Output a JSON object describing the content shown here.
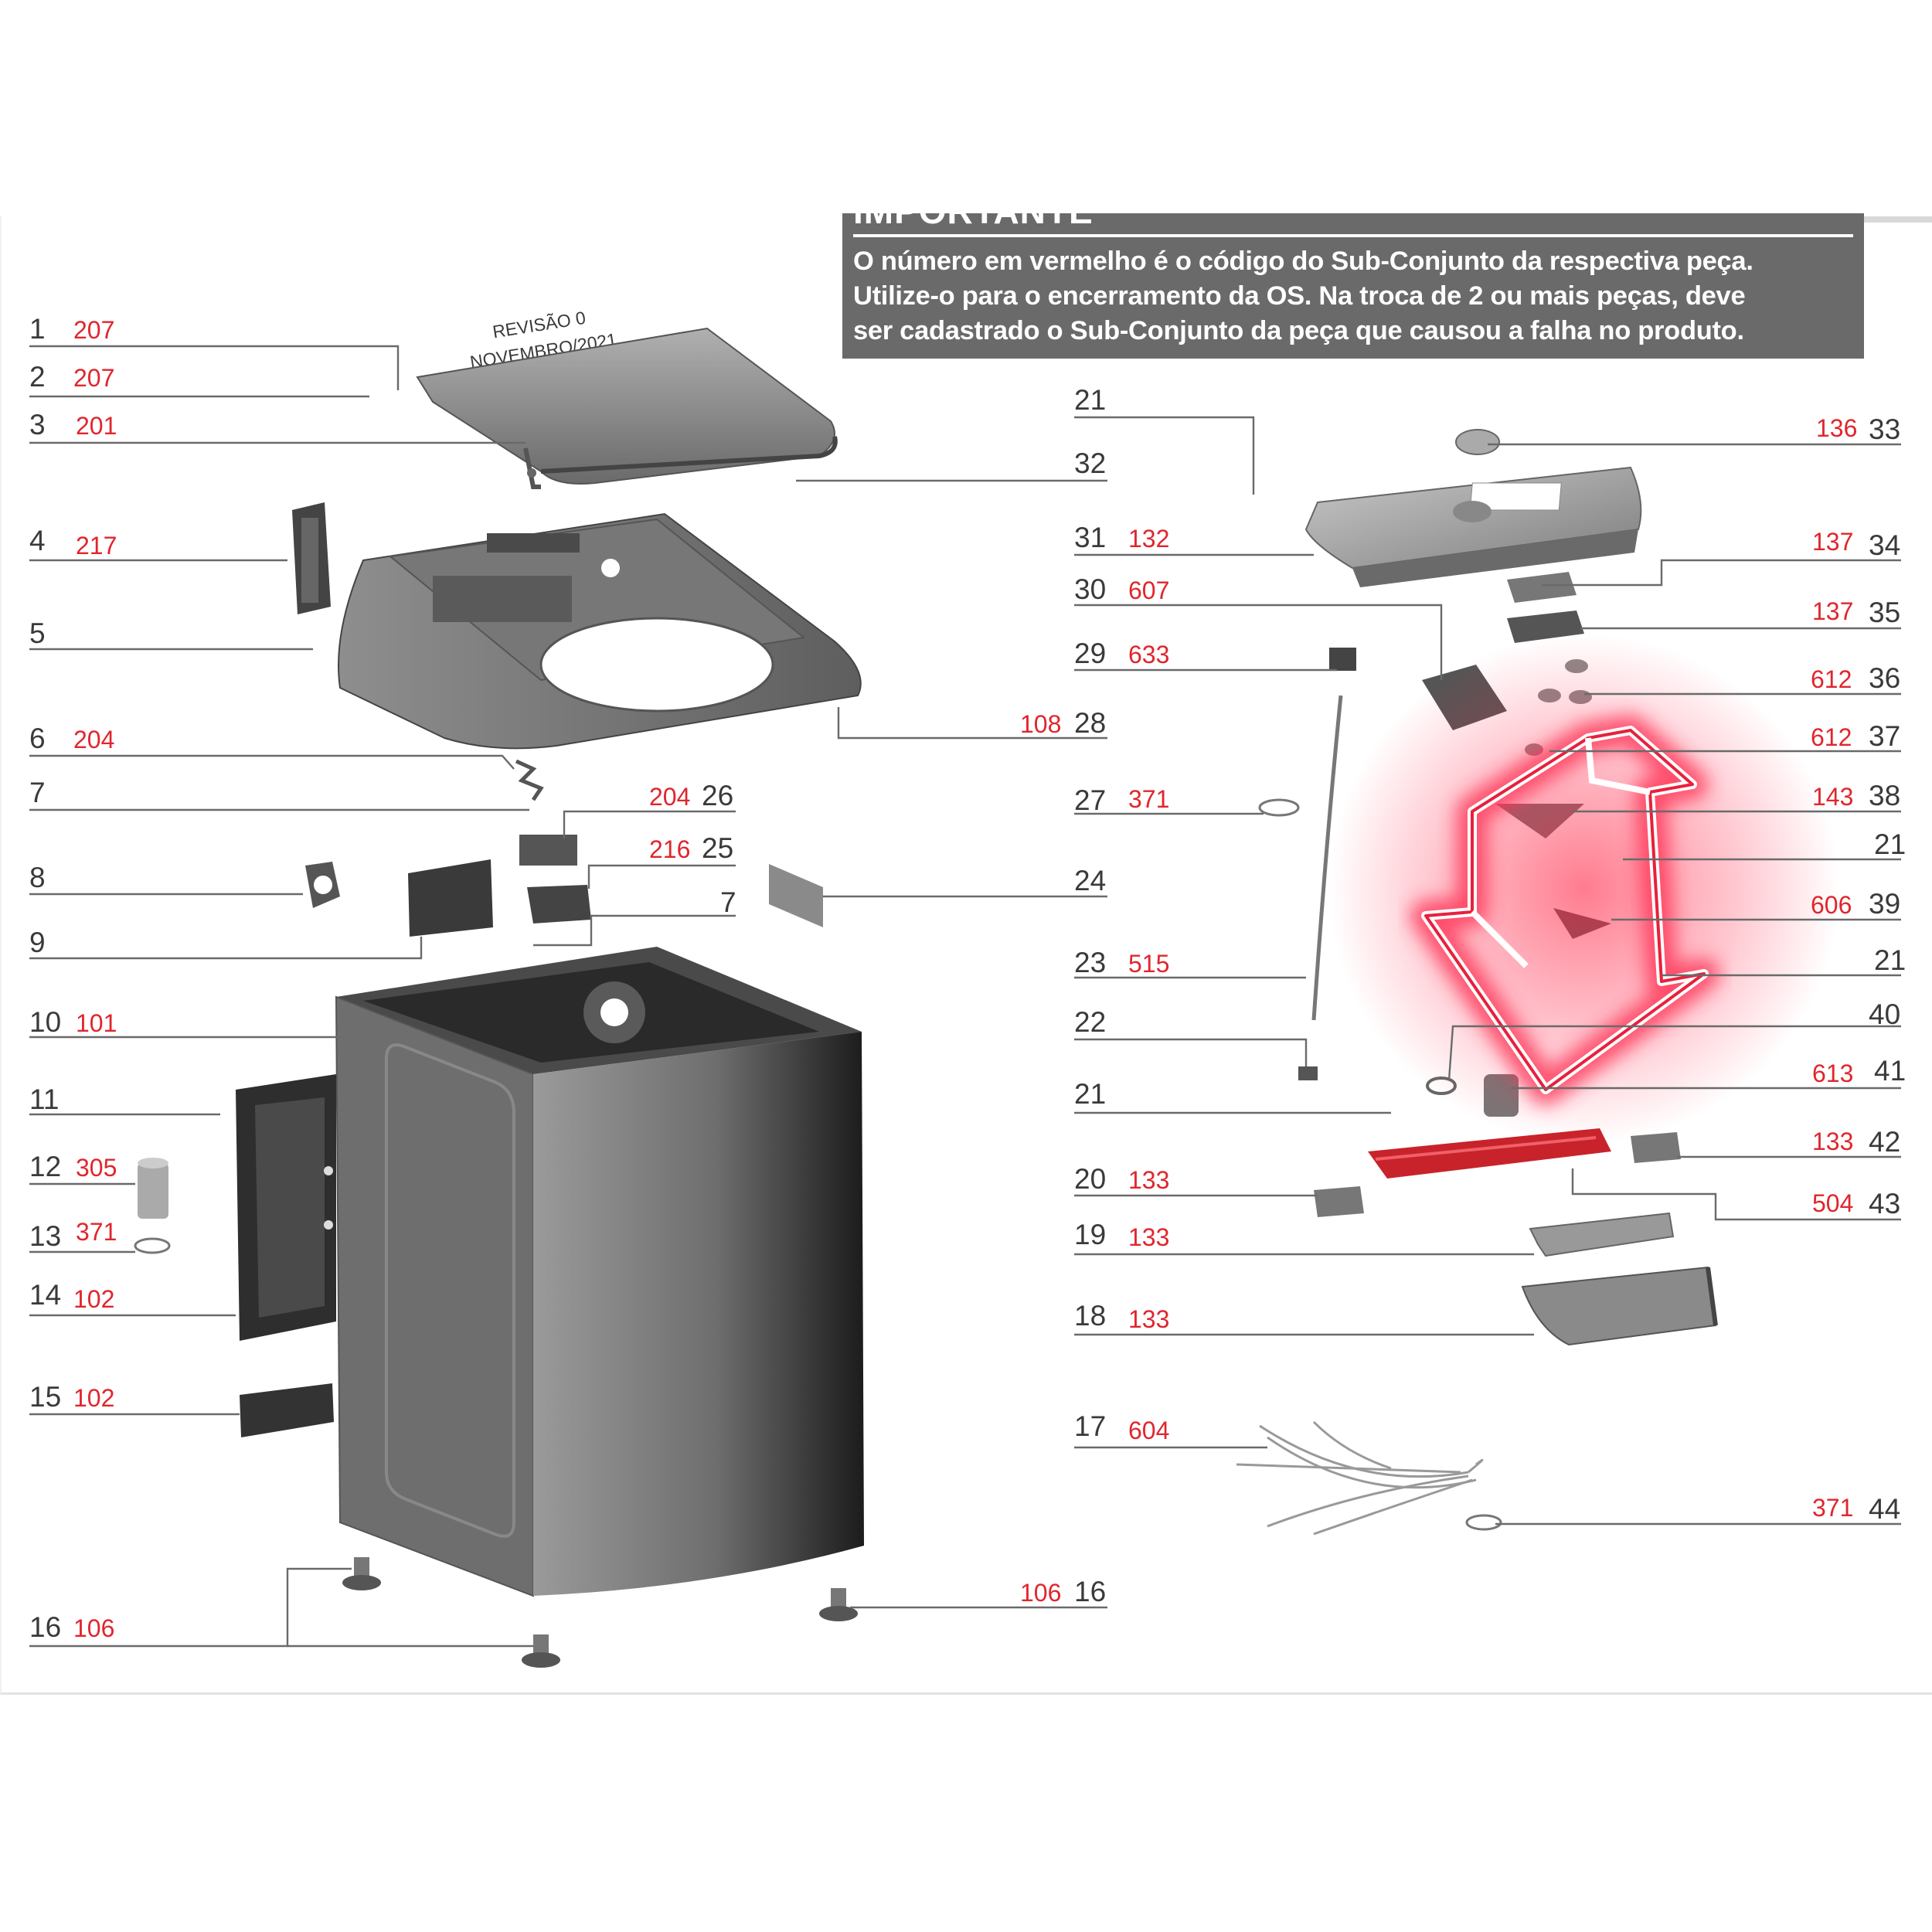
{
  "notice": {
    "heading": "IMPORTANTE",
    "line1": "O número em vermelho é o código do Sub-Conjunto da respectiva peça.",
    "line2": "Utilize-o para o encerramento da  OS. Na troca de 2 ou mais peças, deve",
    "line3": "ser cadastrado  o Sub-Conjunto da peça que causou a falha no produto."
  },
  "revision": {
    "line1": "REVISÃO 0",
    "line2": "NOVEMBRO/2021"
  },
  "left_callouts": [
    {
      "num": "1",
      "code": "207"
    },
    {
      "num": "2",
      "code": "207"
    },
    {
      "num": "3",
      "code": "201"
    },
    {
      "num": "4",
      "code": "217"
    },
    {
      "num": "5",
      "code": ""
    },
    {
      "num": "6",
      "code": "204"
    },
    {
      "num": "7",
      "code": ""
    },
    {
      "num": "8",
      "code": ""
    },
    {
      "num": "9",
      "code": ""
    },
    {
      "num": "10",
      "code": "101"
    },
    {
      "num": "11",
      "code": ""
    },
    {
      "num": "12",
      "code": "305"
    },
    {
      "num": "13",
      "code": "371"
    },
    {
      "num": "14",
      "code": "102"
    },
    {
      "num": "15",
      "code": "102"
    },
    {
      "num": "16",
      "code": "106"
    }
  ],
  "center_callouts": [
    {
      "num": "26",
      "code": "204"
    },
    {
      "num": "25",
      "code": "216"
    },
    {
      "num": "7",
      "code": ""
    }
  ],
  "middle_callouts": [
    {
      "num": "21",
      "code": ""
    },
    {
      "num": "32",
      "code": ""
    },
    {
      "num": "31",
      "code": "132"
    },
    {
      "num": "30",
      "code": "607"
    },
    {
      "num": "29",
      "code": "633"
    },
    {
      "num": "28",
      "code": "108"
    },
    {
      "num": "27",
      "code": "371"
    },
    {
      "num": "24",
      "code": ""
    },
    {
      "num": "23",
      "code": "515"
    },
    {
      "num": "22",
      "code": ""
    },
    {
      "num": "21",
      "code": ""
    },
    {
      "num": "20",
      "code": "133"
    },
    {
      "num": "19",
      "code": "133"
    },
    {
      "num": "18",
      "code": "133"
    },
    {
      "num": "17",
      "code": "604"
    },
    {
      "num": "16",
      "code": "106"
    }
  ],
  "right_callouts": [
    {
      "num": "33",
      "code": "136"
    },
    {
      "num": "34",
      "code": "137"
    },
    {
      "num": "35",
      "code": "137"
    },
    {
      "num": "36",
      "code": "612"
    },
    {
      "num": "37",
      "code": "612"
    },
    {
      "num": "38",
      "code": "143"
    },
    {
      "num": "21",
      "code": ""
    },
    {
      "num": "39",
      "code": "606"
    },
    {
      "num": "21",
      "code": ""
    },
    {
      "num": "40",
      "code": ""
    },
    {
      "num": "41",
      "code": "613"
    },
    {
      "num": "42",
      "code": "133"
    },
    {
      "num": "43",
      "code": "504"
    },
    {
      "num": "44",
      "code": "371"
    }
  ],
  "colors": {
    "code_red": "#e0262d",
    "notice_bg": "#6a6a6a",
    "highlight_arrow": "#ff3355",
    "highlight_part": "#c8232b"
  },
  "icons": {
    "highlight_arrow": "down-right-arrow-icon"
  }
}
